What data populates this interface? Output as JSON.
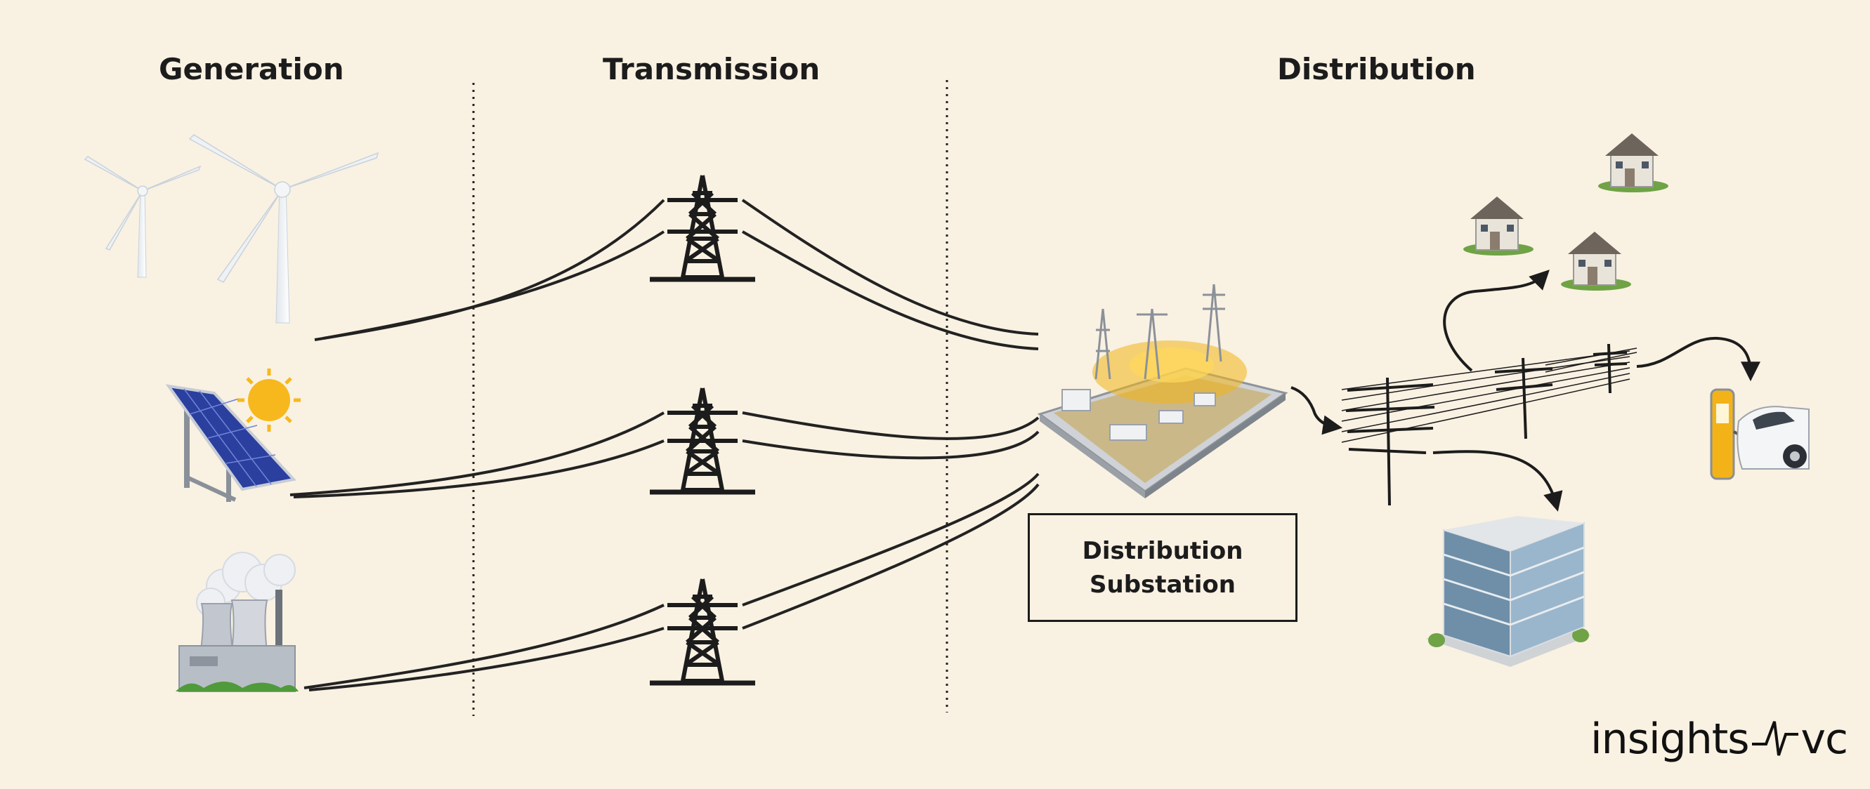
{
  "headings": {
    "generation": "Generation",
    "transmission": "Transmission",
    "distribution": "Distribution"
  },
  "substation_label": "Distribution Substation",
  "logo": {
    "left": "insights",
    "right": "vc"
  },
  "colors": {
    "background": "#f9f1e2",
    "ink": "#1c1c1c",
    "solar_blue": "#2b3f9e",
    "sun": "#f6b81c",
    "substation_glow": "#f2b416"
  },
  "icons": {
    "generation": [
      "wind-turbine-icon",
      "solar-panel-icon",
      "power-plant-icon"
    ],
    "transmission": [
      "transmission-tower-icon",
      "transmission-tower-icon",
      "transmission-tower-icon"
    ],
    "distribution": [
      "substation-icon",
      "utility-poles-icon",
      "house-icon",
      "office-building-icon",
      "ev-charger-icon"
    ]
  }
}
